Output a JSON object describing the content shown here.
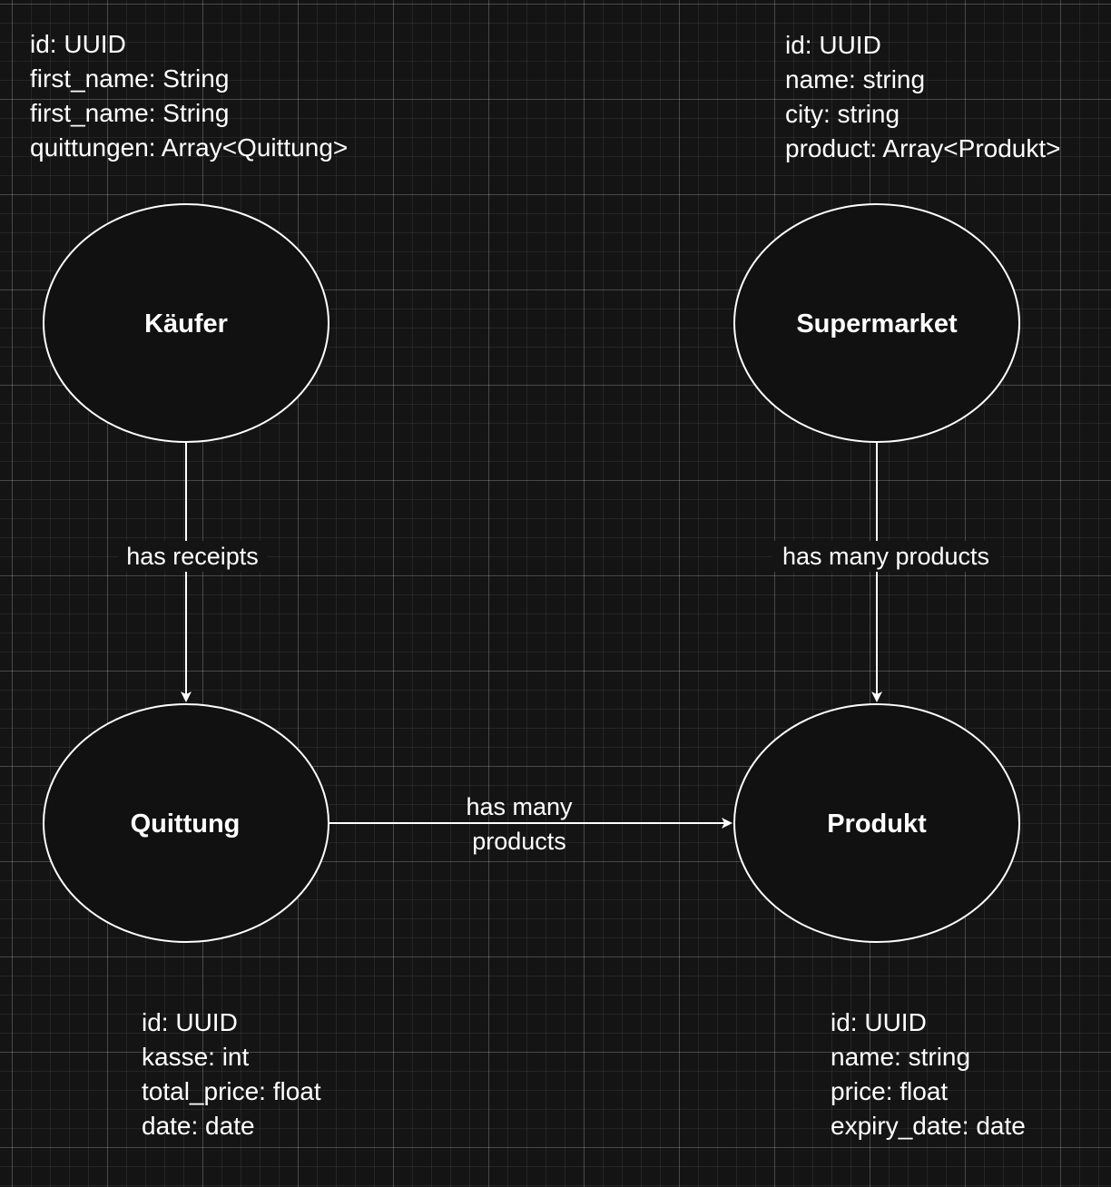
{
  "colors": {
    "background": "#141414",
    "stroke": "#ffffff",
    "node_fill": "#111111",
    "text": "#ffffff"
  },
  "nodes": {
    "kaeufer": {
      "label": "Käufer"
    },
    "supermarket": {
      "label": "Supermarket"
    },
    "quittung": {
      "label": "Quittung"
    },
    "produkt": {
      "label": "Produkt"
    }
  },
  "edges": {
    "kaeufer_quittung": {
      "label": "has receipts"
    },
    "supermarket_produkt": {
      "label": "has many products"
    },
    "quittung_produkt": {
      "label_line1": "has many",
      "label_line2": "products"
    }
  },
  "attributes": {
    "kaeufer": [
      "id: UUID",
      "first_name: String",
      "first_name: String",
      "quittungen: Array<Quittung>"
    ],
    "supermarket": [
      "id: UUID",
      "name: string",
      "city: string",
      "product: Array<Produkt>"
    ],
    "quittung": [
      "id: UUID",
      "kasse: int",
      "total_price: float",
      "date: date"
    ],
    "produkt": [
      "id: UUID",
      "name: string",
      "price: float",
      "expiry_date: date"
    ]
  }
}
